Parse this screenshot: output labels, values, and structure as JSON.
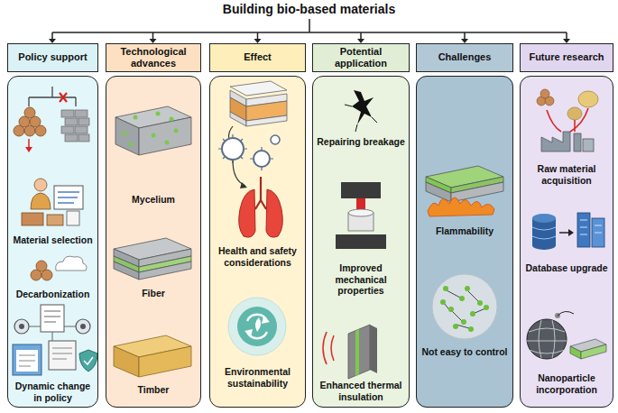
{
  "diagram": {
    "title": "Building bio-based materials",
    "nodes": [
      {
        "text": [
          "Policy support"
        ]
      },
      {
        "text": [
          "Material selection",
          "Decarbonization",
          "Dynamic change in policy"
        ]
      },
      {
        "text": [
          "Technological advances"
        ]
      },
      {
        "text": [
          "Mycelium",
          "Fiber",
          "Timber"
        ]
      },
      {
        "text": [
          "Effect"
        ]
      },
      {
        "text": [
          "Health and safety considerations",
          "Environmental sustainability"
        ]
      },
      {
        "text": [
          "Potential application"
        ]
      },
      {
        "text": [
          "Repairing breakage",
          "Improved mechanical properties",
          "Enhanced thermal insulation"
        ]
      },
      {
        "text": [
          "Challenges"
        ]
      },
      {
        "text": [
          "Flammability",
          "Not easy to control"
        ]
      },
      {
        "text": [
          "Future research"
        ]
      },
      {
        "text": [
          "Raw material acquisition",
          "Database upgrade",
          "Nanoparticle incorporation"
        ]
      }
    ]
  }
}
